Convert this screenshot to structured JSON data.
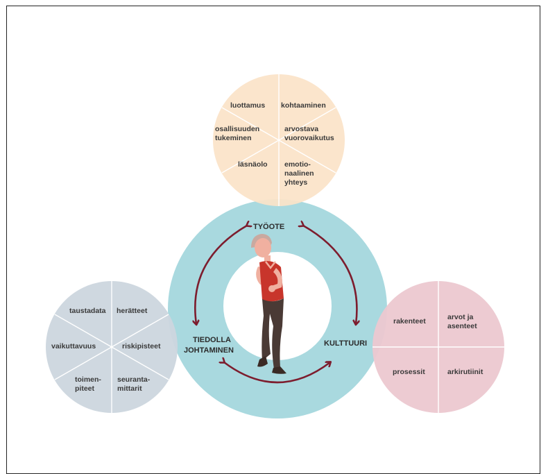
{
  "center": {
    "top_label": "TYÖOTE",
    "left_label_line1": "TIEDOLLA",
    "left_label_line2": "JOHTAMINEN",
    "right_label": "KULTTUURI"
  },
  "top_circle": {
    "items": [
      {
        "lines": [
          "luottamus"
        ]
      },
      {
        "lines": [
          "kohtaaminen"
        ]
      },
      {
        "lines": [
          "osallisuuden",
          "tukeminen"
        ]
      },
      {
        "lines": [
          "arvostava",
          "vuorovaikutus"
        ]
      },
      {
        "lines": [
          "läsnäolo"
        ]
      },
      {
        "lines": [
          "emotio-",
          "naalinen",
          "yhteys"
        ]
      }
    ]
  },
  "left_circle": {
    "items": [
      {
        "lines": [
          "taustadata"
        ]
      },
      {
        "lines": [
          "herätteet"
        ]
      },
      {
        "lines": [
          "vaikuttavuus"
        ]
      },
      {
        "lines": [
          "riskipisteet"
        ]
      },
      {
        "lines": [
          "toimen-",
          "piteet"
        ]
      },
      {
        "lines": [
          "seuranta-",
          "mittarit"
        ]
      }
    ]
  },
  "right_circle": {
    "items": [
      {
        "lines": [
          "rakenteet"
        ]
      },
      {
        "lines": [
          "arvot ja",
          "asenteet"
        ]
      },
      {
        "lines": [
          "prosessit"
        ]
      },
      {
        "lines": [
          "arkirutiinit"
        ]
      }
    ]
  },
  "colors": {
    "ring": "#a9d9df",
    "top_circle": "#fbe3c8",
    "left_circle": "#ccd6de",
    "right_circle": "#ecc8d0",
    "arrow": "#7d1d2e",
    "shirt": "#c8352b",
    "trousers": "#4a3a35",
    "skin": "#f0b0a0"
  }
}
